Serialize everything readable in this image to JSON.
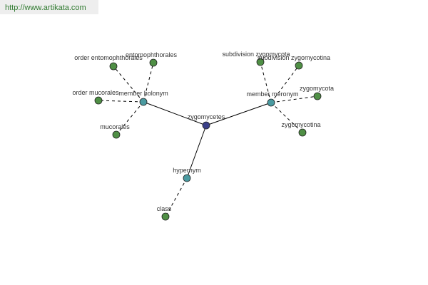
{
  "site": {
    "url_text": "http://www.artikata.com"
  },
  "colors": {
    "center_node": "#3a3f88",
    "relation_node": "#4a9aa0",
    "leaf_node": "#4f8f45",
    "edge": "#000000"
  },
  "graph": {
    "center": {
      "label": "zygomycetes"
    },
    "relations": [
      {
        "label": "member holonym",
        "leaves": [
          "order entomophthorales",
          "entomophthorales",
          "order mucorales",
          "mucorales"
        ]
      },
      {
        "label": "member meronym",
        "leaves": [
          "subdivision zygomycota",
          "subdivision zygomycotina",
          "zygomycota",
          "zygomycotina"
        ]
      },
      {
        "label": "hypernym",
        "leaves": [
          "class"
        ]
      }
    ]
  }
}
